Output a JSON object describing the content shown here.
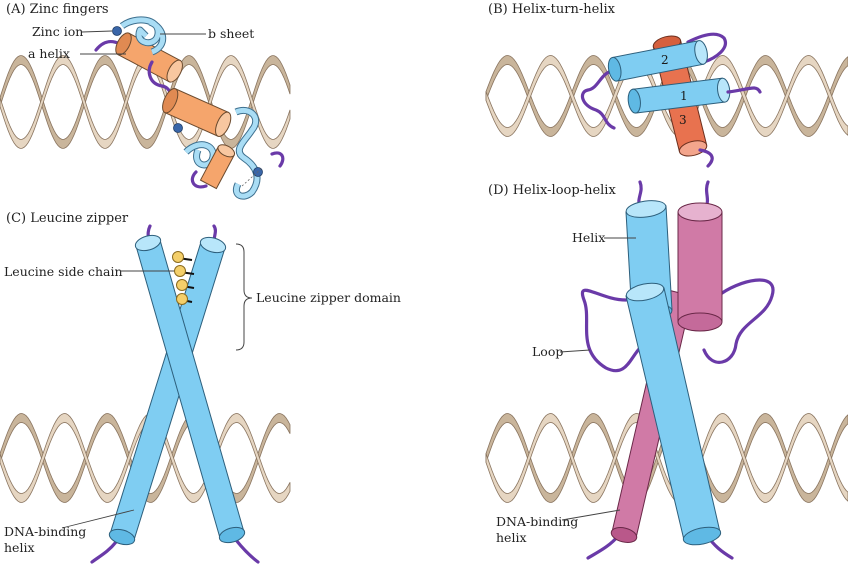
{
  "colors": {
    "dna_front": "#e6d6c2",
    "dna_back": "#c9b59b",
    "dna_edge": "#8a7560",
    "helix_blue": "#7fcdf2",
    "helix_blue_dark": "#4fa9d6",
    "helix_pink": "#d07aa6",
    "helix_pink_dark": "#a94f80",
    "helix_orange": "#f5a56c",
    "helix_red": "#e8724f",
    "loop_purple": "#6a3aa8",
    "zinc": "#3a66a8",
    "leucine": "#f4cf6a"
  },
  "panels": {
    "a": {
      "title": "(A) Zinc fingers",
      "labels": {
        "zinc_ion": "Zinc ion",
        "b_sheet": "b sheet",
        "a_helix": "a helix"
      }
    },
    "b": {
      "title": "(B) Helix-turn-helix",
      "helix_numbers": [
        "2",
        "1",
        "3"
      ]
    },
    "c": {
      "title": "(C) Leucine zipper",
      "labels": {
        "side_chain": "Leucine side chain",
        "zipper_domain": "Leucine zipper domain",
        "dna_binding_1": "DNA-binding",
        "dna_binding_2": "helix"
      }
    },
    "d": {
      "title": "(D) Helix-loop-helix",
      "labels": {
        "helix": "Helix",
        "loop": "Loop",
        "dna_binding_1": "DNA-binding",
        "dna_binding_2": "helix"
      }
    }
  }
}
